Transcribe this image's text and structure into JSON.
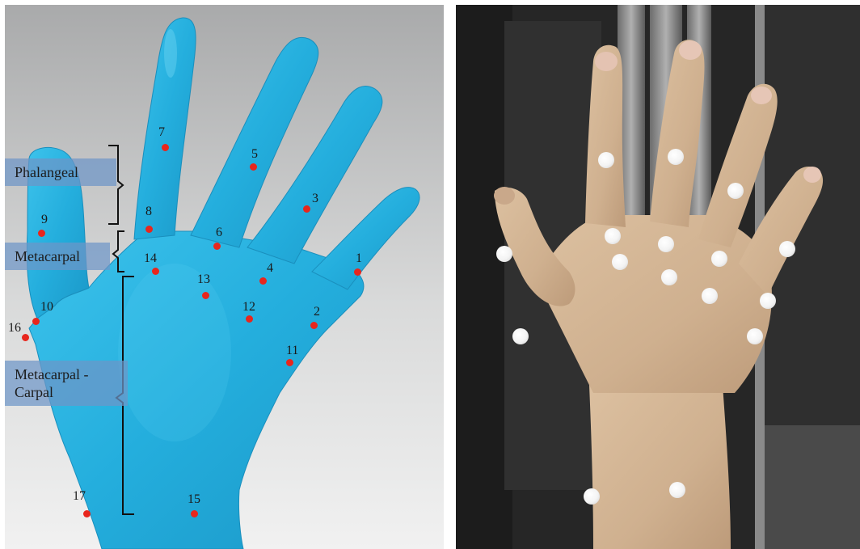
{
  "regions": [
    {
      "id": "phalangeal",
      "label": "Phalangeal"
    },
    {
      "id": "metacarpal",
      "label": "Metacarpal"
    },
    {
      "id": "metacarpal-carpal",
      "label_line1": "Metacarpal -",
      "label_line2": "Carpal"
    }
  ],
  "markers": [
    "1",
    "2",
    "3",
    "4",
    "5",
    "6",
    "7",
    "8",
    "9",
    "10",
    "11",
    "12",
    "13",
    "14",
    "15",
    "16",
    "17"
  ],
  "colors": {
    "scan_hand": "#27b3e0",
    "marker_dot": "#e8261d",
    "label_box": "#6e96c8",
    "skin": "#d2b393"
  }
}
